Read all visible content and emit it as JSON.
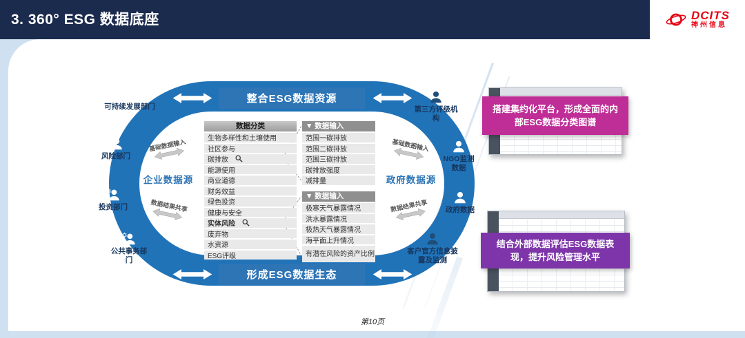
{
  "slide": {
    "title": "3. 360° ESG 数据底座",
    "page_number": "第10页"
  },
  "logo": {
    "brand": "DCITS",
    "company": "神州信息"
  },
  "diagram": {
    "banner_top": "整合ESG数据资源",
    "banner_bottom": "形成ESG数据生态",
    "actors_left": [
      "可持续发展部门",
      "风险部门",
      "投资部门",
      "公共事务部门"
    ],
    "actors_right": [
      "第三方评级机构",
      "NGO监测数据",
      "政府数据",
      "客户官方信息披露及监测"
    ],
    "left_source": {
      "label": "企业数据源",
      "arrow_top": "基础数据输入",
      "arrow_bottom": "数据结果共享"
    },
    "right_source": {
      "label": "政府数据源",
      "arrow_top": "基础数据输入",
      "arrow_bottom": "数据结果共享"
    },
    "classification": {
      "header": "数据分类",
      "items": [
        "生物多样性和土壤使用",
        "社区参与",
        "碳排放",
        "能源使用",
        "商业道德",
        "财务效益",
        "绿色投资",
        "健康与安全",
        "实体风险",
        "废弃物",
        "水资源",
        "ESG评级"
      ]
    },
    "input_box_1": {
      "header": "▼ 数据输入",
      "items": [
        "范围一碳排放",
        "范围二碳排放",
        "范围三碳排放",
        "碳排放强度",
        "减排量"
      ]
    },
    "input_box_2": {
      "header": "▼ 数据输入",
      "items": [
        "极寒天气暴露情况",
        "洪水暴露情况",
        "极热天气暴露情况",
        "海平面上升情况",
        "有潜在风险的资产比例"
      ]
    }
  },
  "right_panel": {
    "card_1": {
      "text": "搭建集约化平台，形成全面的内部ESG数据分类图谱"
    },
    "card_2": {
      "text": "结合外部数据评估ESG数据表现，提升风险管理水平"
    }
  },
  "colors": {
    "navy": "#1b2b4e",
    "ring": "#2173b8",
    "banner": "#2e75b6",
    "light": "#cfe1f0",
    "magenta": "#bf2d97",
    "purple": "#7d35a9",
    "label": "#17365d",
    "gray_header": "#8f8f8f",
    "gray_row": "#e9e9e9",
    "red": "#e60012"
  }
}
